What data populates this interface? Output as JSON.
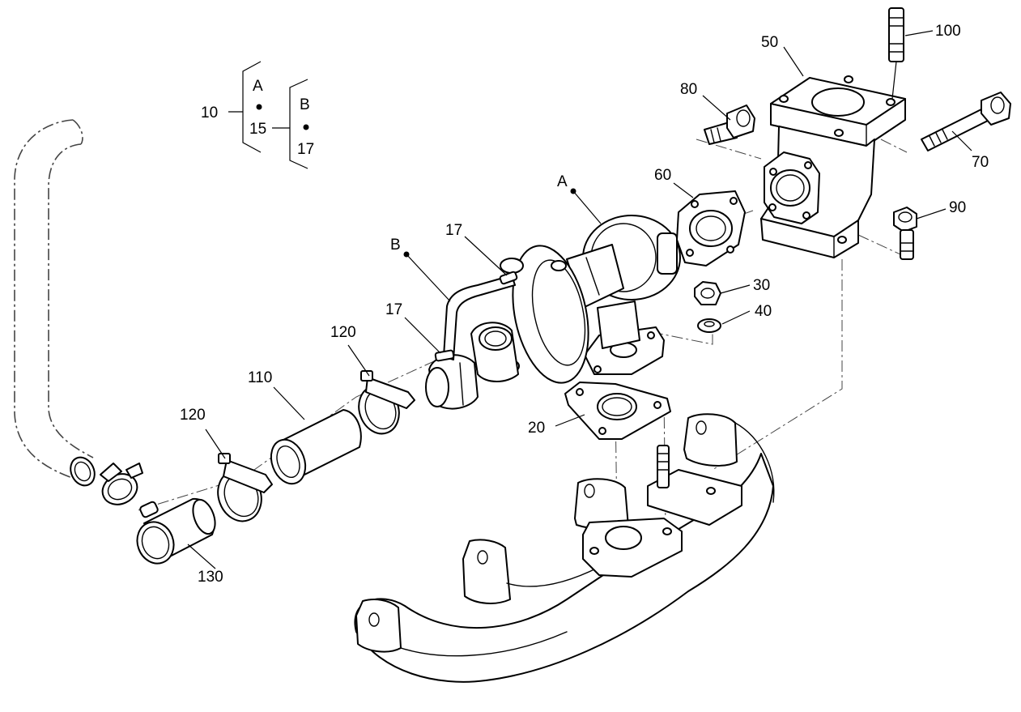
{
  "labels": {
    "l10": "10",
    "l15": "15",
    "l17_tree": "17",
    "lA_tree": "A",
    "lB_tree": "B",
    "l100": "100",
    "l50": "50",
    "l80": "80",
    "l70": "70",
    "l60": "60",
    "l90": "90",
    "lA": "A",
    "lB": "B",
    "l17a": "17",
    "l17b": "17",
    "l30": "30",
    "l40": "40",
    "l120a": "120",
    "l110": "110",
    "l120b": "120",
    "l20": "20",
    "l130": "130"
  }
}
